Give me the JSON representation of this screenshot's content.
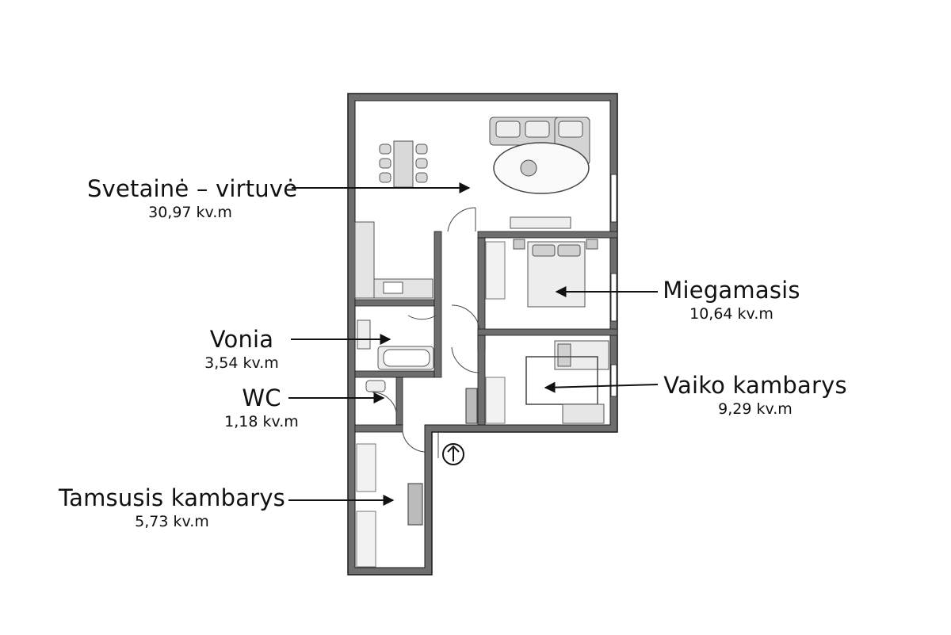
{
  "rooms": [
    {
      "key": "living",
      "name": "Svetainė – virtuvė",
      "area": "30,97 kv.m"
    },
    {
      "key": "bedroom",
      "name": "Miegamasis",
      "area": "10,64 kv.m"
    },
    {
      "key": "bath",
      "name": "Vonia",
      "area": "3,54 kv.m"
    },
    {
      "key": "kids",
      "name": "Vaiko kambarys",
      "area": "9,29 kv.m"
    },
    {
      "key": "wc",
      "name": "WC",
      "area": "1,18 kv.m"
    },
    {
      "key": "dark",
      "name": "Tamsusis kambarys",
      "area": "5,73 kv.m"
    }
  ],
  "colors": {
    "wall": "#6e6e6e",
    "wall_edge": "#1a1a1a",
    "floor": "#ffffff",
    "furniture": "#bdbdbd",
    "text": "#111111"
  },
  "icons": {
    "entrance": "up-arrow-circle-icon"
  }
}
